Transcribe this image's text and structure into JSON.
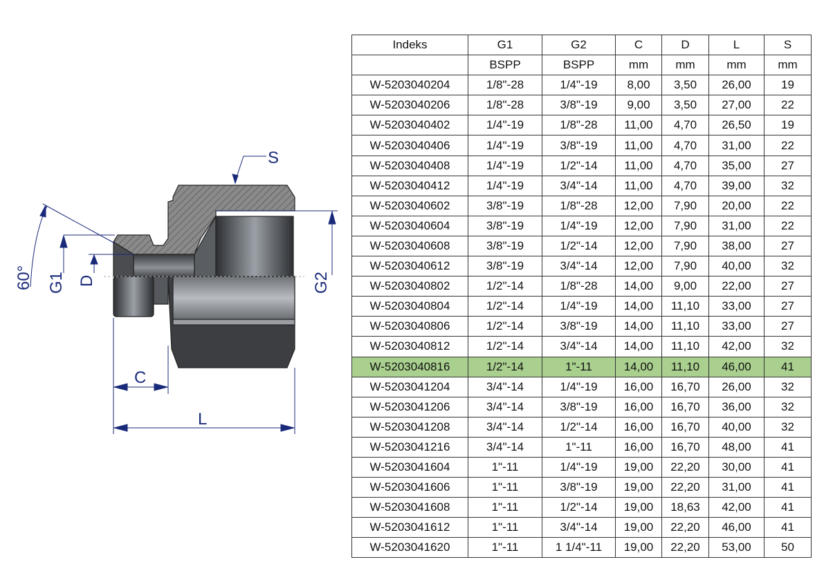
{
  "drawing": {
    "labels": {
      "S": "S",
      "G1": "G1",
      "G2": "G2",
      "D": "D",
      "C": "C",
      "L": "L",
      "angle": "60°"
    },
    "dimension_color": "#1a2a7a"
  },
  "table": {
    "headers": [
      "Indeks",
      "G1",
      "G2",
      "C",
      "D",
      "L",
      "S"
    ],
    "units": [
      "",
      "BSPP",
      "BSPP",
      "mm",
      "mm",
      "mm",
      "mm"
    ],
    "highlight_color": "#a9d08e",
    "highlighted_index": "W-5203040816",
    "rows": [
      [
        "W-5203040204",
        "1/8\"-28",
        "1/4\"-19",
        "8,00",
        "3,50",
        "26,00",
        "19"
      ],
      [
        "W-5203040206",
        "1/8\"-28",
        "3/8\"-19",
        "9,00",
        "3,50",
        "27,00",
        "22"
      ],
      [
        "W-5203040402",
        "1/4\"-19",
        "1/8\"-28",
        "11,00",
        "4,70",
        "26,50",
        "19"
      ],
      [
        "W-5203040406",
        "1/4\"-19",
        "3/8\"-19",
        "11,00",
        "4,70",
        "31,00",
        "22"
      ],
      [
        "W-5203040408",
        "1/4\"-19",
        "1/2\"-14",
        "11,00",
        "4,70",
        "35,00",
        "27"
      ],
      [
        "W-5203040412",
        "1/4\"-19",
        "3/4\"-14",
        "11,00",
        "4,70",
        "39,00",
        "32"
      ],
      [
        "W-5203040602",
        "3/8\"-19",
        "1/8\"-28",
        "12,00",
        "7,90",
        "20,00",
        "22"
      ],
      [
        "W-5203040604",
        "3/8\"-19",
        "1/4\"-19",
        "12,00",
        "7,90",
        "31,00",
        "22"
      ],
      [
        "W-5203040608",
        "3/8\"-19",
        "1/2\"-14",
        "12,00",
        "7,90",
        "38,00",
        "27"
      ],
      [
        "W-5203040612",
        "3/8\"-19",
        "3/4\"-14",
        "12,00",
        "7,90",
        "40,00",
        "32"
      ],
      [
        "W-5203040802",
        "1/2\"-14",
        "1/8\"-28",
        "14,00",
        "9,00",
        "22,00",
        "27"
      ],
      [
        "W-5203040804",
        "1/2\"-14",
        "1/4\"-19",
        "14,00",
        "11,10",
        "33,00",
        "27"
      ],
      [
        "W-5203040806",
        "1/2\"-14",
        "3/8\"-19",
        "14,00",
        "11,10",
        "33,00",
        "27"
      ],
      [
        "W-5203040812",
        "1/2\"-14",
        "3/4\"-14",
        "14,00",
        "11,10",
        "42,00",
        "32"
      ],
      [
        "W-5203040816",
        "1/2\"-14",
        "1\"-11",
        "14,00",
        "11,10",
        "46,00",
        "41"
      ],
      [
        "W-5203041204",
        "3/4\"-14",
        "1/4\"-19",
        "16,00",
        "16,70",
        "26,00",
        "32"
      ],
      [
        "W-5203041206",
        "3/4\"-14",
        "3/8\"-19",
        "16,00",
        "16,70",
        "36,00",
        "32"
      ],
      [
        "W-5203041208",
        "3/4\"-14",
        "1/2\"-14",
        "16,00",
        "16,70",
        "40,00",
        "32"
      ],
      [
        "W-5203041216",
        "3/4\"-14",
        "1\"-11",
        "16,00",
        "16,70",
        "48,00",
        "41"
      ],
      [
        "W-5203041604",
        "1\"-11",
        "1/4\"-19",
        "19,00",
        "22,20",
        "30,00",
        "41"
      ],
      [
        "W-5203041606",
        "1\"-11",
        "3/8\"-19",
        "19,00",
        "22,20",
        "31,00",
        "41"
      ],
      [
        "W-5203041608",
        "1\"-11",
        "1/2\"-14",
        "19,00",
        "18,63",
        "42,00",
        "41"
      ],
      [
        "W-5203041612",
        "1\"-11",
        "3/4\"-14",
        "19,00",
        "22,20",
        "46,00",
        "41"
      ],
      [
        "W-5203041620",
        "1\"-11",
        "1 1/4\"-11",
        "19,00",
        "22,20",
        "53,00",
        "50"
      ]
    ]
  }
}
